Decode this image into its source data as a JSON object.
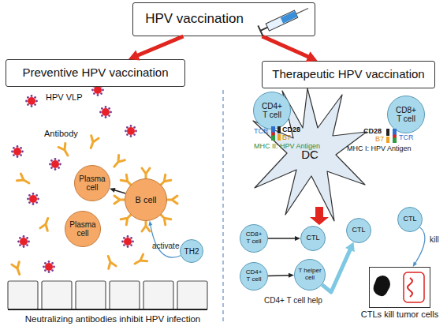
{
  "diagram": {
    "nodes": [
      {
        "text": [
          "HPV vaccination"
        ]
      },
      {
        "text": [
          "Preventive HPV vaccination"
        ]
      },
      {
        "text": [
          "Therapeutic HPV vaccination"
        ]
      },
      {
        "text": [
          "Plasma cell"
        ]
      },
      {
        "text": [
          "Plasma cell"
        ]
      },
      {
        "text": [
          "B cell"
        ]
      },
      {
        "text": [
          "TH2"
        ]
      },
      {
        "text": [
          "DC"
        ]
      },
      {
        "text": [
          "CD4+ T cell"
        ]
      },
      {
        "text": [
          "CD8+ T cell"
        ]
      },
      {
        "text": [
          "CD8+ T cell"
        ]
      },
      {
        "text": [
          "CTL"
        ]
      },
      {
        "text": [
          "CD4+ T cell"
        ]
      },
      {
        "text": [
          "T helper cell"
        ]
      },
      {
        "text": [
          "CTL"
        ]
      },
      {
        "text": [
          "CTL"
        ]
      },
      {
        "text": [
          "CTLs kill tumor cells"
        ]
      }
    ],
    "edges": [
      {
        "from": 0,
        "to": 1,
        "arrow": "to"
      },
      {
        "from": 0,
        "to": 2,
        "arrow": "to"
      },
      {
        "from": 5,
        "to": 3,
        "arrow": "to"
      },
      {
        "from": 6,
        "to": 5,
        "label": "activate",
        "arrow": "to"
      },
      {
        "from": 10,
        "to": 11,
        "arrow": "to"
      },
      {
        "from": 12,
        "to": 13,
        "arrow": "to"
      },
      {
        "from": 13,
        "to": 14,
        "label": "CD4+ T cell help",
        "arrow": "to"
      },
      {
        "from": 15,
        "to": 16,
        "label": "kill",
        "arrow": "to"
      }
    ],
    "labels": [
      "HPV VLP",
      "Antibody",
      "TCR",
      "CD28",
      "B7",
      "MHC II: HPV Antigen",
      "TCR",
      "CD28",
      "B7",
      "MHC I: HPV Antigen",
      "Neutralizing antibodies inhibit HPV infection"
    ]
  }
}
